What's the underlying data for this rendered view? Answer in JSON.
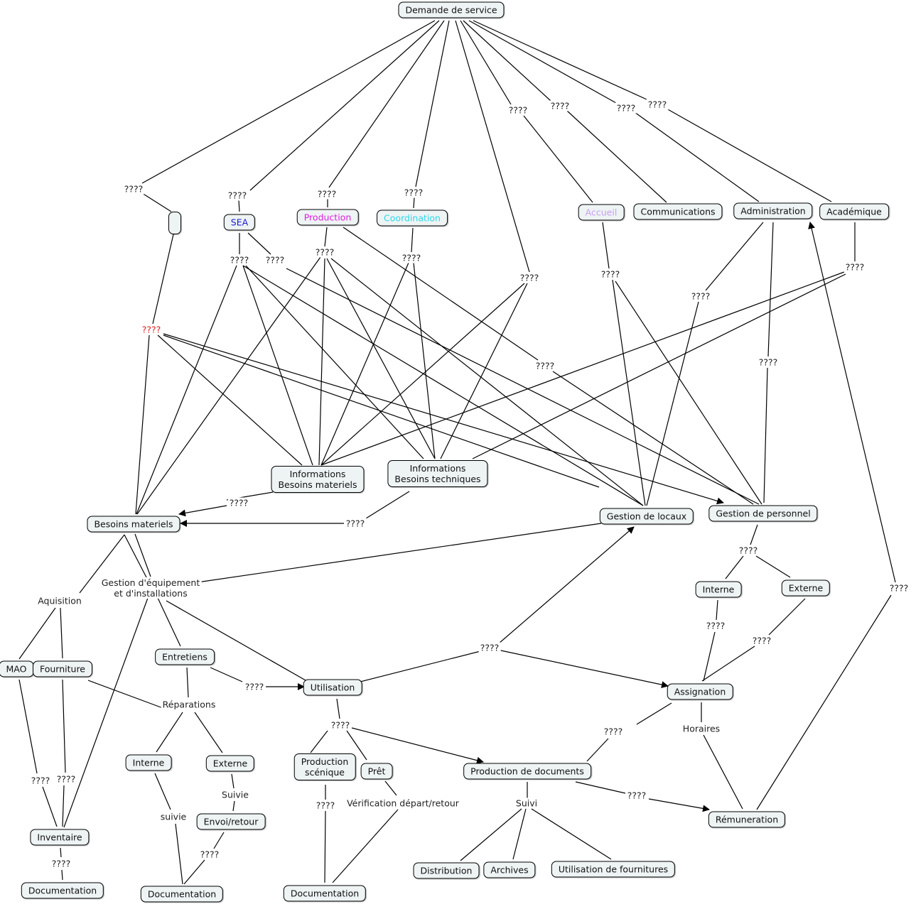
{
  "title": "Demande de service",
  "colors": {
    "node_fill": "#eef3f4",
    "node_border": "#000000",
    "sea_text": "#1a1ad0",
    "production_text": "#e020e0",
    "coordination_text": "#30d8e8",
    "accueil_text": "#c8a0f0",
    "red_label": "#e02020"
  },
  "nodes": {
    "demande": "Demande de service",
    "empty": "",
    "sea": "SEA",
    "production": "Production",
    "coordination": "Coordination",
    "accueil": "Accueil",
    "communications": "Communications",
    "administration": "Administration",
    "academique": "Académique",
    "info_materiels": "Informations\nBesoins materiels",
    "info_techniques": "Informations\nBesoins techniques",
    "besoins_materiels": "Besoins materiels",
    "gestion_locaux": "Gestion de locaux",
    "gestion_personnel": "Gestion de personnel",
    "interne_p": "Interne",
    "externe_p": "Externe",
    "assignation": "Assignation",
    "mao": "MAO",
    "fourniture": "Fourniture",
    "entretiens": "Entretiens",
    "utilisation": "Utilisation",
    "interne_r": "Interne",
    "externe_r": "Externe",
    "envoi_retour": "Envoi/retour",
    "inventaire": "Inventaire",
    "documentation_1": "Documentation",
    "documentation_2": "Documentation",
    "documentation_3": "Documentation",
    "production_scenique": "Production\nscénique",
    "pret": "Prêt",
    "production_documents": "Production de documents",
    "distribution": "Distribution",
    "archives": "Archives",
    "utilisation_fournitures": "Utilisation de fournitures",
    "remuneration": "Rémuneration"
  },
  "labels": {
    "l_empty": "????",
    "l_sea": "????",
    "l_prod": "????",
    "l_coord": "????",
    "l_accueil": "????",
    "l_comm": "????",
    "l_admin": "????",
    "l_acad": "????",
    "l_demande_info": "????",
    "l_red": "????",
    "l_sea1": "????",
    "l_sea2": "????",
    "l_prod2": "????",
    "l_coord2": "????",
    "l_accueil2": "????",
    "l_admin2": "????",
    "l_admin3": "????",
    "l_acad2": "????",
    "l_prod_mid": "????",
    "l_infomat": "????",
    "l_infotech": "????",
    "l_gp": "????",
    "l_interne_p": "????",
    "l_externe_p": "????",
    "l_remun": "????",
    "gestion_equip": "Gestion d'équipement\net d'installations",
    "aquisition": "Aquisition",
    "reparations": "Réparations",
    "l_entretiens": "????",
    "l_util_mid": "????",
    "l_util2": "????",
    "l_assign": "????",
    "horaires": "Horaires",
    "l_mao": "????",
    "l_fourn": "????",
    "l_inv": "????",
    "suivie_lower": "suivie",
    "suivie_upper": "Suivie",
    "l_envoi": "????",
    "l_prodscen": "????",
    "verification": "Vérification départ/retour",
    "suivi": "Suivi",
    "l_proddoc": "????"
  }
}
